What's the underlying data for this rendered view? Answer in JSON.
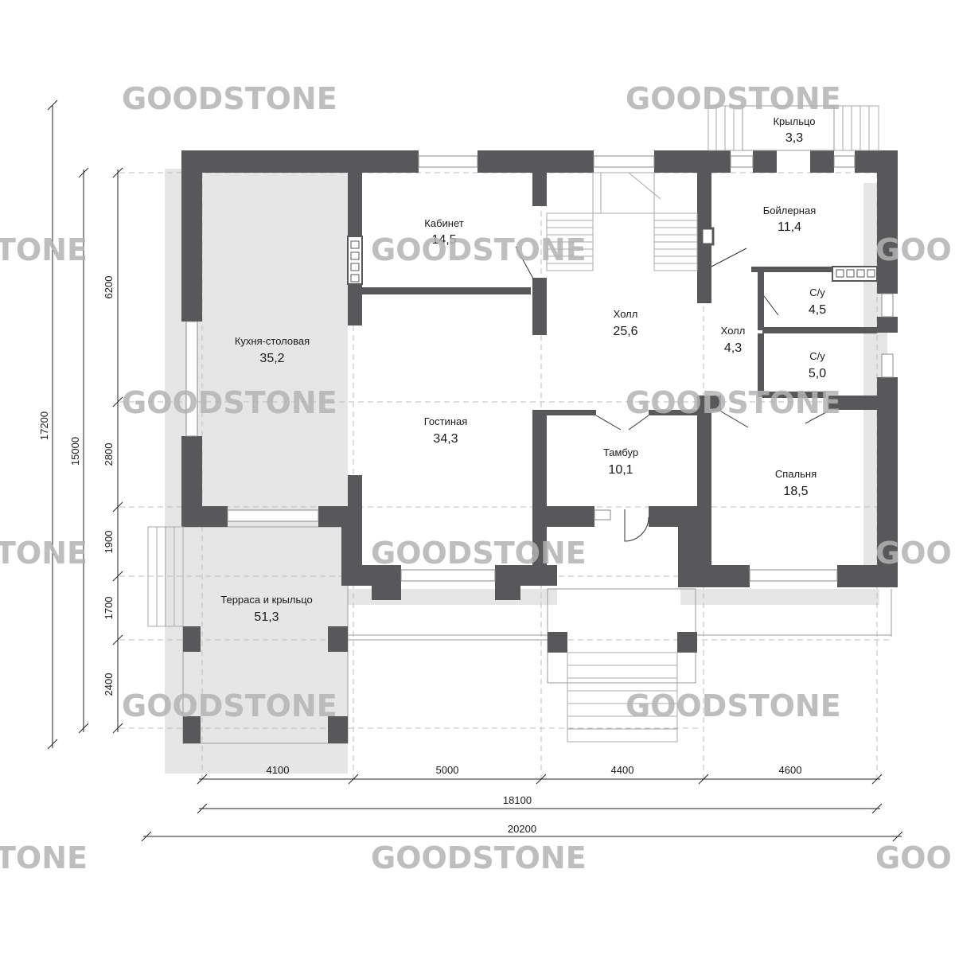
{
  "watermark": "GOODSTONE",
  "watermark_partial": "TONE",
  "watermark_partial_right": "GOO",
  "rooms": {
    "porch_top": {
      "name": "Крыльцо",
      "area": "3,3"
    },
    "boiler": {
      "name": "Бойлерная",
      "area": "11,4"
    },
    "study": {
      "name": "Кабинет",
      "area": "14,5"
    },
    "kitchen": {
      "name": "Кухня-столовая",
      "area": "35,2"
    },
    "hall_main": {
      "name": "Холл",
      "area": "25,6"
    },
    "hall_small": {
      "name": "Холл",
      "area": "4,3"
    },
    "wc1": {
      "name": "С/у",
      "area": "4,5"
    },
    "wc2": {
      "name": "С/у",
      "area": "5,0"
    },
    "living": {
      "name": "Гостиная",
      "area": "34,3"
    },
    "vestibule": {
      "name": "Тамбур",
      "area": "10,1"
    },
    "bedroom": {
      "name": "Спальня",
      "area": "18,5"
    },
    "terrace": {
      "name": "Терраса и крыльцо",
      "area": "51,3"
    }
  },
  "dimensions": {
    "bottom": [
      "4100",
      "5000",
      "4400",
      "4600"
    ],
    "width_inner": "18100",
    "width_total": "20200",
    "left_segments": [
      "6200",
      "2800",
      "1900",
      "1700",
      "2400"
    ],
    "height_mid": "15000",
    "height_total": "17200"
  },
  "colors": {
    "wall": "#58585a",
    "watermark": "#b3b3b3",
    "shadow": "#e6e6e6"
  }
}
